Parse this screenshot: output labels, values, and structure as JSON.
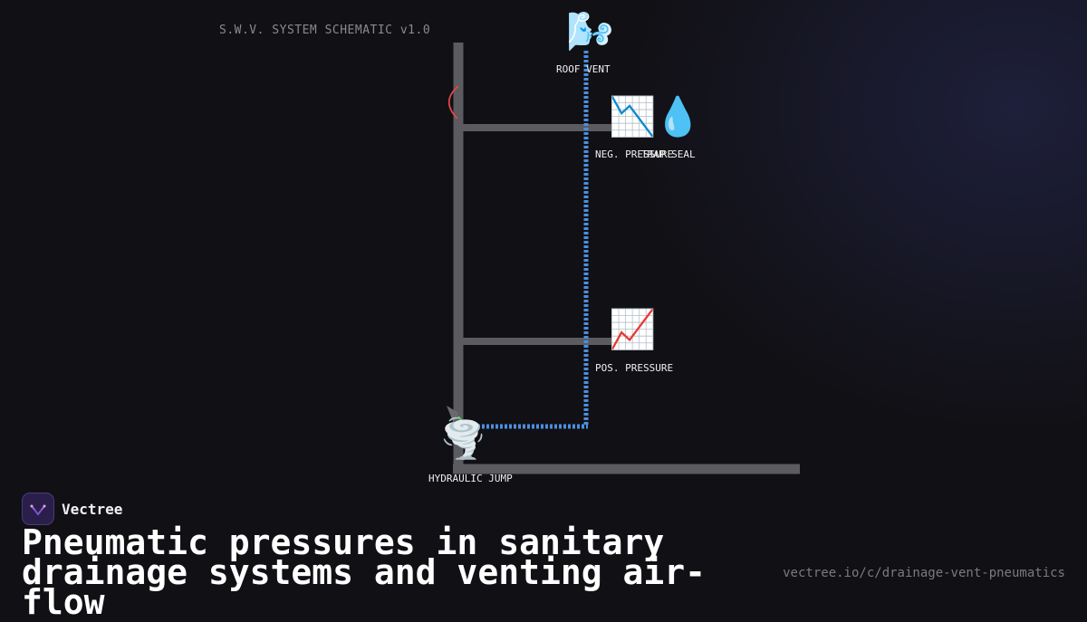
{
  "diagram": {
    "title": "S.W.V. SYSTEM SCHEMATIC v1.0",
    "nodes": {
      "roof_vent": {
        "label": "ROOF VENT",
        "icon": "wind-blowing-face-icon"
      },
      "neg_pressure": {
        "label": "NEG. PRESSURE",
        "icon": "chart-decreasing-icon"
      },
      "trap_seal": {
        "label": "TRAP SEAL",
        "icon": "droplet-icon"
      },
      "pos_pressure": {
        "label": "POS. PRESSURE",
        "icon": "chart-increasing-icon"
      },
      "hydraulic_jump": {
        "label": "HYDRAULIC JUMP",
        "icon": "tornado-icon"
      }
    },
    "colors": {
      "pipe": "#5c5b5f",
      "vent_airflow": "#4a8fe0",
      "neg_arc": "#e04848",
      "pos_arrow": "#4bd34b"
    }
  },
  "brand": {
    "name": "Vectree"
  },
  "headline": {
    "line1": "Pneumatic pressures in sanitary",
    "line2": "drainage systems and venting air-flow"
  },
  "source_url": "vectree.io/c/drainage-vent-pneumatics"
}
